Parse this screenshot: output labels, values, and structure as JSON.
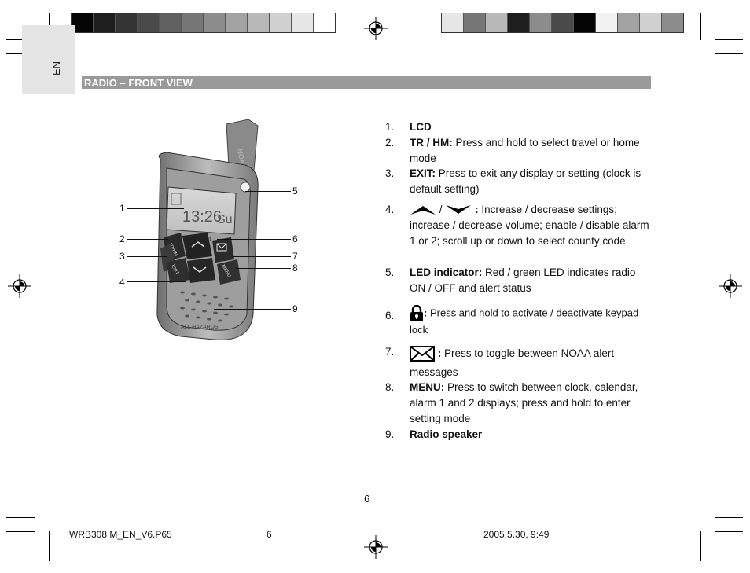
{
  "language_tab": "EN",
  "section_title": "RADIO – FRONT VIEW",
  "callouts": [
    "1",
    "2",
    "3",
    "4",
    "5",
    "6",
    "7",
    "8",
    "9"
  ],
  "radio_screen": {
    "clock": "13:26",
    "day": "Su",
    "brand": "Public Alert",
    "side_text": "NOAA",
    "bottom_text": "ALL HAZARDS",
    "btn_trhm": "TR/HM",
    "btn_exit": "EXIT",
    "btn_menu": "MENU"
  },
  "items": [
    {
      "num": "1.",
      "label": "LCD",
      "text": ""
    },
    {
      "num": "2.",
      "label": "TR / HM:",
      "text": "Press and hold to select travel or home mode"
    },
    {
      "num": "3.",
      "label": "EXIT:",
      "text": "Press to exit any display or setting (clock is default setting)"
    },
    {
      "num": "4.",
      "label": "/",
      "label2": ":",
      "text": "Increase / decrease settings; increase / decrease volume; enable / disable alarm 1 or 2; scroll up or down to select county code"
    },
    {
      "num": "5.",
      "label": "LED indicator:",
      "text": "Red / green LED indicates radio ON / OFF and alert status"
    },
    {
      "num": "6.",
      "label": ":",
      "text": "Press and hold to activate / deactivate keypad lock"
    },
    {
      "num": "7.",
      "label": ":",
      "text": "Press to toggle between NOAA alert messages"
    },
    {
      "num": "8.",
      "label": "MENU:",
      "text": "Press to switch between clock, calendar, alarm 1 and 2 displays; press and hold to enter setting mode"
    },
    {
      "num": "9.",
      "label": "Radio speaker",
      "text": ""
    }
  ],
  "page_number": "6",
  "footer": {
    "file": "WRB308 M_EN_V6.P65",
    "page": "6",
    "date": "2005.5.30, 9:49"
  },
  "colors": {
    "bar_left": [
      "#050505",
      "#1e1e1e",
      "#343434",
      "#4a4a4a",
      "#606060",
      "#767676",
      "#8c8c8c",
      "#a2a2a2",
      "#b8b8b8",
      "#d0d0d0",
      "#e6e6e6",
      "#ffffff"
    ],
    "bar_right": [
      "#e6e6e6",
      "#767676",
      "#b8b8b8",
      "#1e1e1e",
      "#8c8c8c",
      "#4a4a4a",
      "#050505",
      "#f2f2f2",
      "#a2a2a2",
      "#d0d0d0",
      "#8c8c8c"
    ]
  }
}
